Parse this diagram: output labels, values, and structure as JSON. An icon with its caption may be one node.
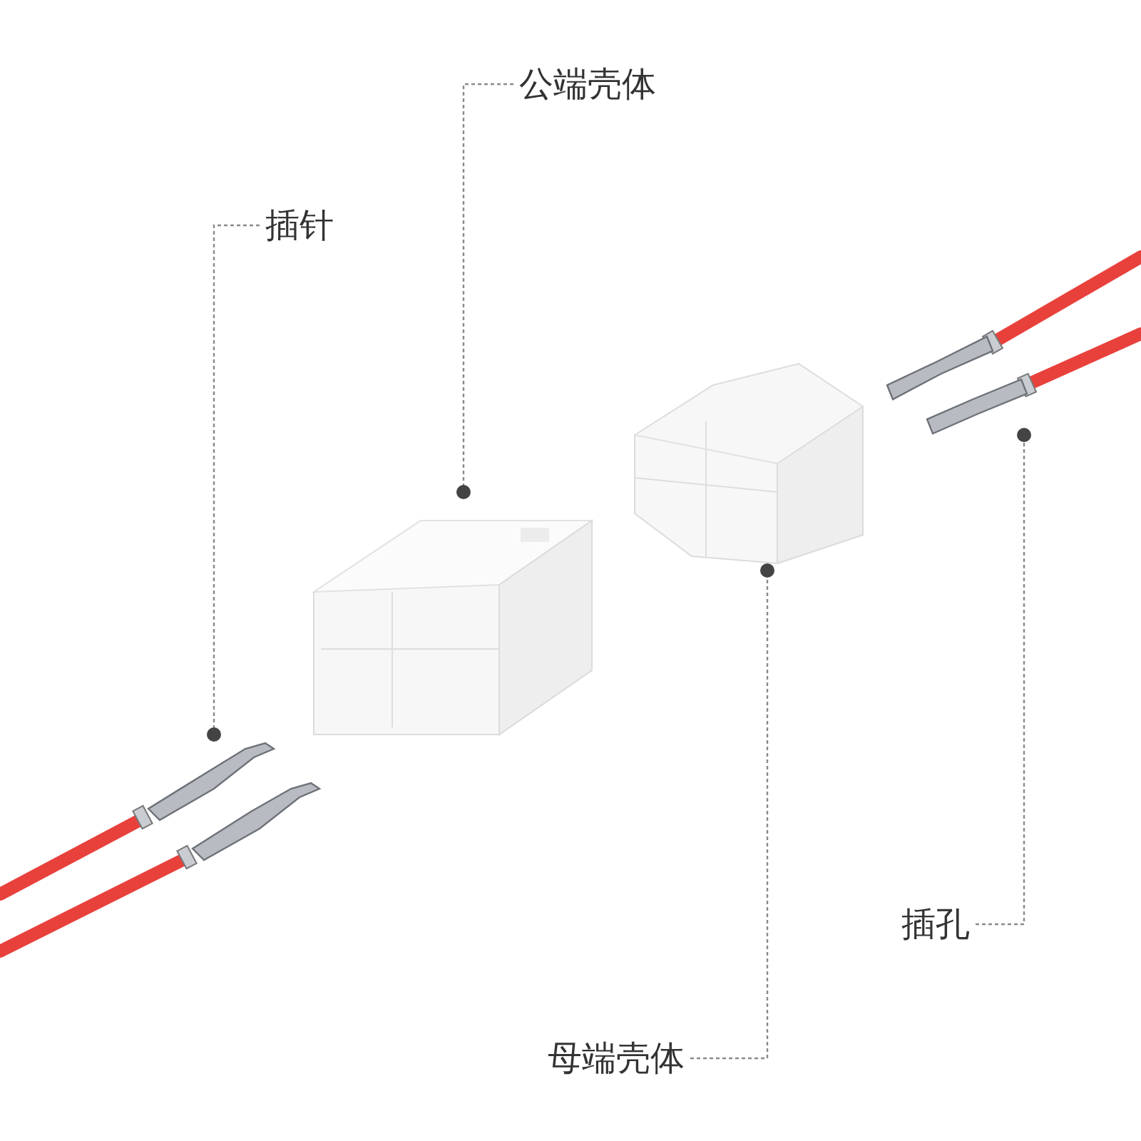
{
  "diagram": {
    "nodes": [
      {
        "text": [
          "公端壳体"
        ]
      },
      {
        "text": [
          "插针"
        ]
      },
      {
        "text": [
          "插孔"
        ]
      },
      {
        "text": [
          "母端壳体"
        ]
      },
      {
        "text": [],
        "shape": "picture"
      },
      {
        "text": [],
        "shape": "picture"
      },
      {
        "text": [],
        "shape": "picture"
      },
      {
        "text": [],
        "shape": "picture"
      }
    ],
    "edges": [
      {
        "from": 0,
        "to": 5,
        "arrow": "other",
        "style": "dashed"
      },
      {
        "from": 1,
        "to": 4,
        "arrow": "other",
        "style": "dashed"
      },
      {
        "from": 2,
        "to": 7,
        "arrow": "other",
        "style": "dashed"
      },
      {
        "from": 3,
        "to": 6,
        "arrow": "other",
        "style": "dashed"
      }
    ]
  }
}
